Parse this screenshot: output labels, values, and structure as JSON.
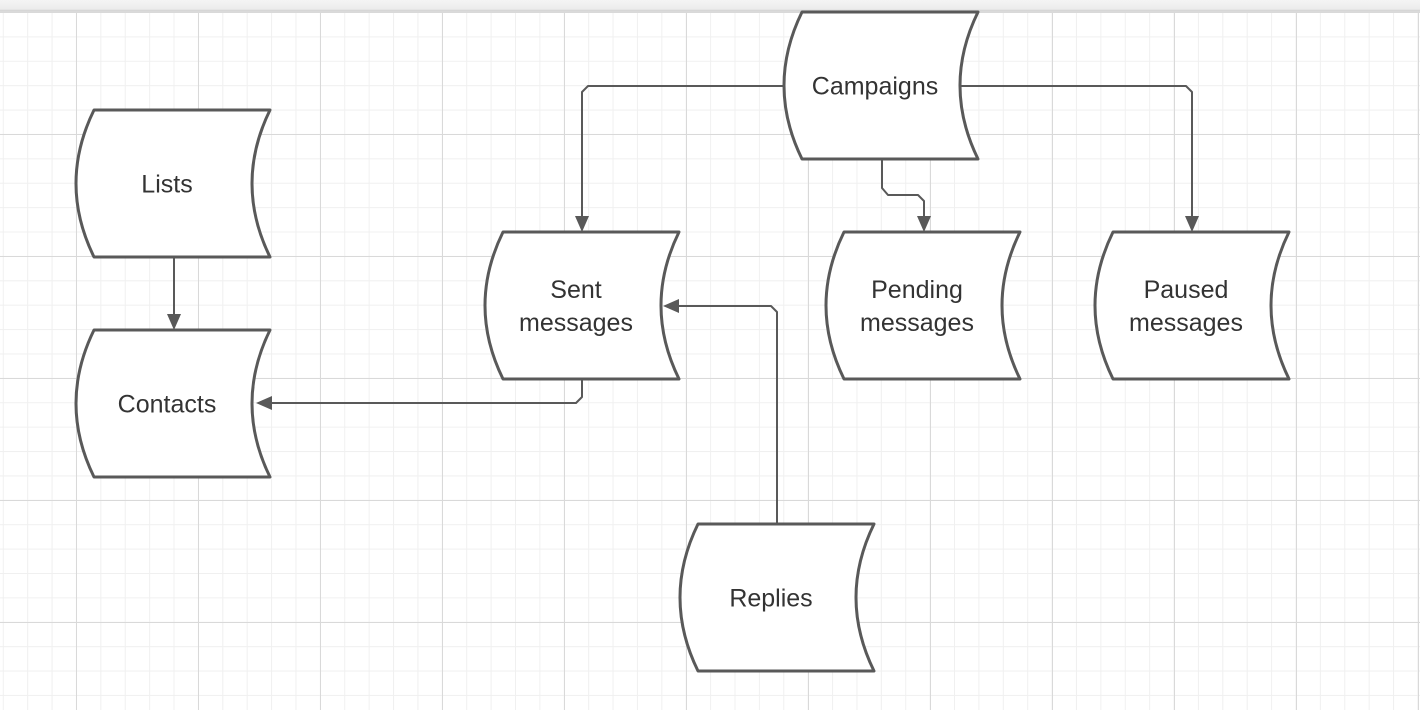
{
  "diagram": {
    "nodes": [
      {
        "id": "campaigns",
        "label": [
          "Campaigns"
        ]
      },
      {
        "id": "lists",
        "label": [
          "Lists"
        ]
      },
      {
        "id": "contacts",
        "label": [
          "Contacts"
        ]
      },
      {
        "id": "sent-messages",
        "label": [
          "Sent",
          "messages"
        ]
      },
      {
        "id": "pending-messages",
        "label": [
          "Pending",
          "messages"
        ]
      },
      {
        "id": "paused-messages",
        "label": [
          "Paused",
          "messages"
        ]
      },
      {
        "id": "replies",
        "label": [
          "Replies"
        ]
      }
    ],
    "edges": [
      {
        "from": "campaigns",
        "to": "sent-messages"
      },
      {
        "from": "campaigns",
        "to": "pending-messages"
      },
      {
        "from": "campaigns",
        "to": "paused-messages"
      },
      {
        "from": "lists",
        "to": "contacts"
      },
      {
        "from": "sent-messages",
        "to": "contacts"
      },
      {
        "from": "replies",
        "to": "sent-messages"
      }
    ]
  }
}
